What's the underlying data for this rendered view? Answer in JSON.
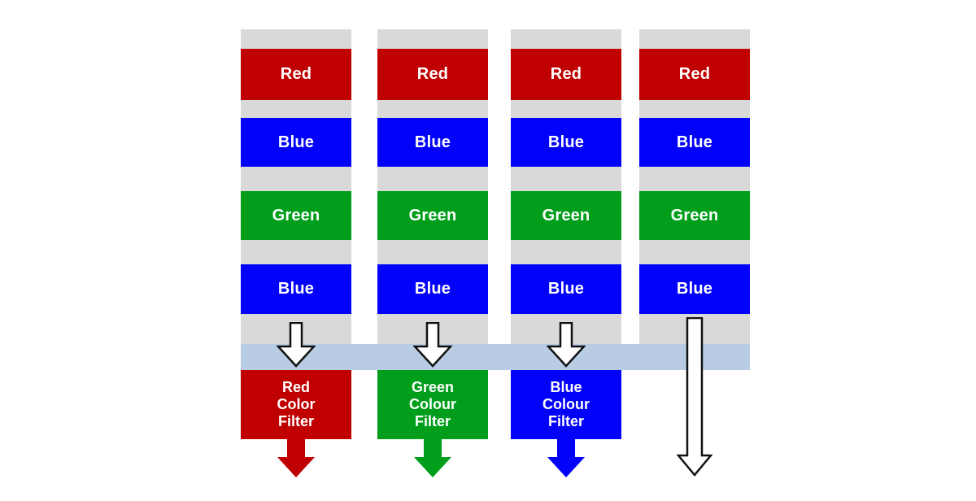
{
  "palette": {
    "red": "#C00000",
    "blue": "#0202FA",
    "green": "#009E1B",
    "gray_strip": "#D9D9D9",
    "light_blue_band": "#B8CCE4",
    "arrow_outline": "#111111",
    "arrow_white_fill": "#FFFFFF",
    "background": "#FFFFFF",
    "text": "#FFFFFF"
  },
  "columns": [
    {
      "blocks": [
        {
          "label": "Red",
          "color": "#C00000"
        },
        {
          "label": "Blue",
          "color": "#0202FA"
        },
        {
          "label": "Green",
          "color": "#009E1B"
        },
        {
          "label": "Blue",
          "color": "#0202FA"
        }
      ],
      "filter": {
        "line1": "Red",
        "line2": "Color",
        "line3": "Filter",
        "color": "#C00000"
      }
    },
    {
      "blocks": [
        {
          "label": "Red",
          "color": "#C00000"
        },
        {
          "label": "Blue",
          "color": "#0202FA"
        },
        {
          "label": "Green",
          "color": "#009E1B"
        },
        {
          "label": "Blue",
          "color": "#0202FA"
        }
      ],
      "filter": {
        "line1": "Green",
        "line2": "Colour",
        "line3": "Filter",
        "color": "#009E1B"
      }
    },
    {
      "blocks": [
        {
          "label": "Red",
          "color": "#C00000"
        },
        {
          "label": "Blue",
          "color": "#0202FA"
        },
        {
          "label": "Green",
          "color": "#009E1B"
        },
        {
          "label": "Blue",
          "color": "#0202FA"
        }
      ],
      "filter": {
        "line1": "Blue",
        "line2": "Colour",
        "line3": "Filter",
        "color": "#0202FA"
      }
    },
    {
      "blocks": [
        {
          "label": "Red",
          "color": "#C00000"
        },
        {
          "label": "Blue",
          "color": "#0202FA"
        },
        {
          "label": "Green",
          "color": "#009E1B"
        },
        {
          "label": "Blue",
          "color": "#0202FA"
        }
      ],
      "filter": null
    }
  ]
}
